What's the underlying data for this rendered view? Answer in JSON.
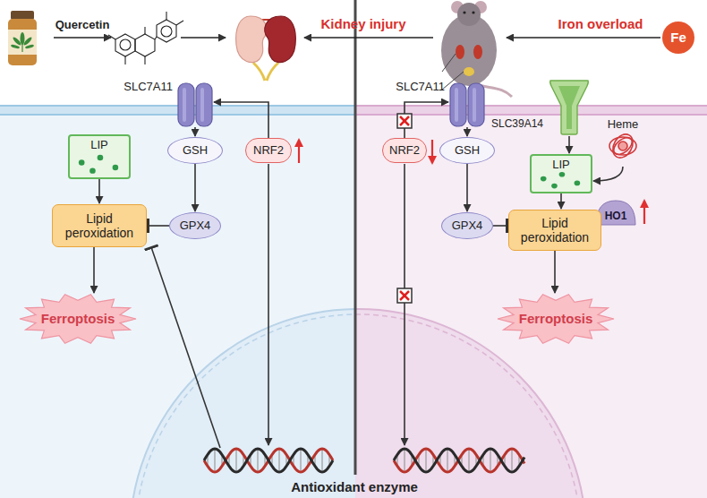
{
  "diagram": {
    "nodes": [
      {
        "text": [
          "Fe"
        ]
      },
      {
        "text": [
          "SLC7A11"
        ]
      },
      {
        "text": [
          "NRF2"
        ]
      },
      {
        "text": [
          "LIP"
        ]
      },
      {
        "text": [
          "GSH"
        ]
      },
      {
        "text": [
          "GPX4"
        ]
      },
      {
        "text": [
          "Lipid peroxidation"
        ]
      },
      {
        "text": [
          "Ferroptosis"
        ]
      },
      {
        "text": [
          "SLC7A11"
        ]
      },
      {
        "text": [
          "SLC39A14"
        ]
      },
      {
        "text": [
          "Heme"
        ]
      },
      {
        "text": [
          "NRF2"
        ]
      },
      {
        "text": [
          "GSH"
        ]
      },
      {
        "text": [
          "LIP"
        ]
      },
      {
        "text": [
          "HO1"
        ]
      },
      {
        "text": [
          "GPX4"
        ]
      },
      {
        "text": [
          "Lipid peroxidation"
        ]
      },
      {
        "text": [
          "Ferroptosis"
        ]
      }
    ],
    "edges": [
      {
        "from": 1,
        "to": 4,
        "arrow": "to"
      },
      {
        "from": 4,
        "to": 5,
        "arrow": "to"
      },
      {
        "from": 3,
        "to": 6,
        "arrow": "to"
      },
      {
        "from": 5,
        "to": 6,
        "arrow": "to"
      },
      {
        "from": 6,
        "to": 7,
        "arrow": "to"
      },
      {
        "from": 2,
        "to": 1,
        "arrow": "to"
      },
      {
        "from": 11,
        "to": 8,
        "arrow": "to"
      },
      {
        "from": 8,
        "to": 12,
        "arrow": "to"
      },
      {
        "from": 12,
        "to": 15,
        "arrow": "to"
      },
      {
        "from": 15,
        "to": 16,
        "arrow": "to"
      },
      {
        "from": 9,
        "to": 13,
        "arrow": "to"
      },
      {
        "from": 10,
        "to": 13,
        "arrow": "to"
      },
      {
        "from": 13,
        "to": 16,
        "arrow": "to"
      },
      {
        "from": 16,
        "to": 17,
        "arrow": "to"
      }
    ],
    "labels": [
      "Quercetin",
      "Kidney injury",
      "Iron overload",
      "Antioxidant enzyme"
    ]
  }
}
